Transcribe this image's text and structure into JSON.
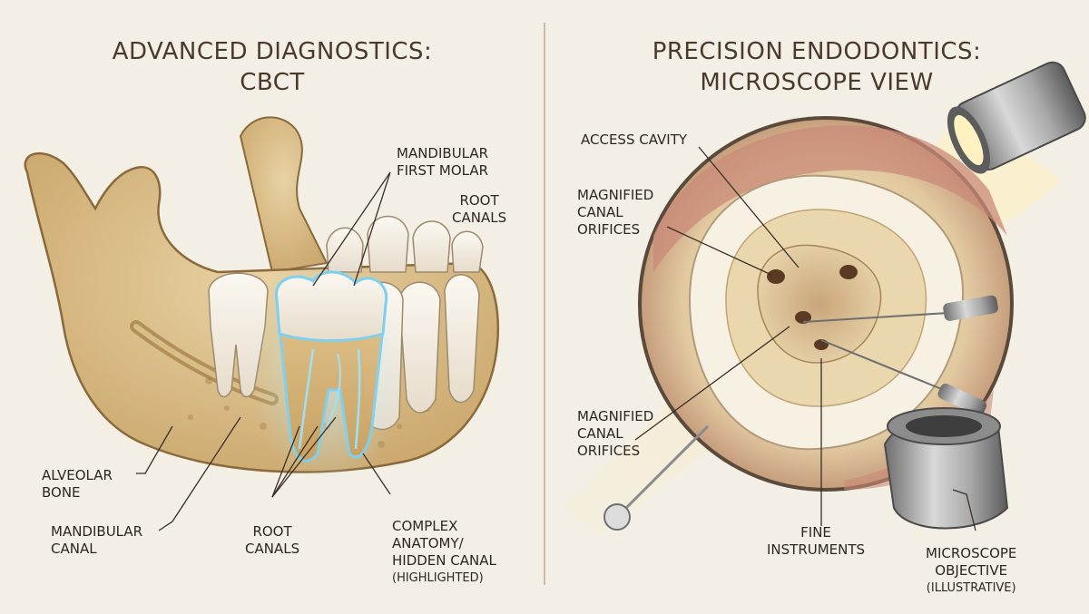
{
  "left_panel": {
    "title_line1": "ADVANCED DIAGNOSTICS:",
    "title_line2": "CBCT",
    "labels": {
      "molar": "MANDIBULAR\nFIRST MOLAR",
      "root_canals_top": "ROOT\nCANALS",
      "alveolar_bone": "ALVEOLAR\nBONE",
      "mandibular_canal": "MANDIBULAR\nCANAL",
      "root_canals_bottom": "ROOT\nCANALS",
      "complex_anatomy": "COMPLEX\nANATOMY/\nHIDDEN CANAL",
      "complex_anatomy_note": "(HIGHLIGHTED)"
    }
  },
  "right_panel": {
    "title_line1": "PRECISION ENDODONTICS:",
    "title_line2": "MICROSCOPE VIEW",
    "labels": {
      "access_cavity": "ACCESS CAVITY",
      "orifices_top": "MAGNIFIED\nCANAL\nORIFICES",
      "orifices_bottom": "MAGNIFIED\nCANAL\nORIFICES",
      "fine_instruments": "FINE\nINSTRUMENTS",
      "microscope_objective": "MICROSCOPE\nOBJECTIVE",
      "microscope_note": "(ILLUSTRATIVE)"
    }
  },
  "colors": {
    "background": "#f4efe4",
    "bone": "#dcc08c",
    "tooth": "#f7f3ea",
    "highlight": "#7fd0f0",
    "gum": "#c98a78",
    "metal": "#9a9a9a"
  }
}
